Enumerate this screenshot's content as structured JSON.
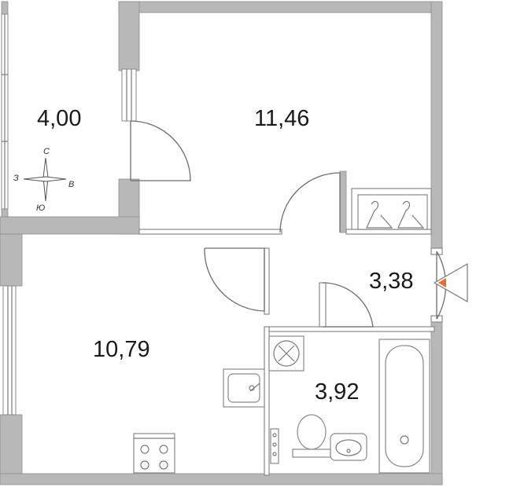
{
  "rooms": {
    "balcony_area": "4,00",
    "bedroom_area": "11,46",
    "hall_area": "3,38",
    "kitchen_area": "10,79",
    "bathroom_area": "3,92"
  },
  "compass": {
    "north": "С",
    "west": "З",
    "east": "В",
    "south": "Ю"
  },
  "colors": {
    "wall": "#b8b8b8",
    "entrance_marker": "#e8702a"
  }
}
